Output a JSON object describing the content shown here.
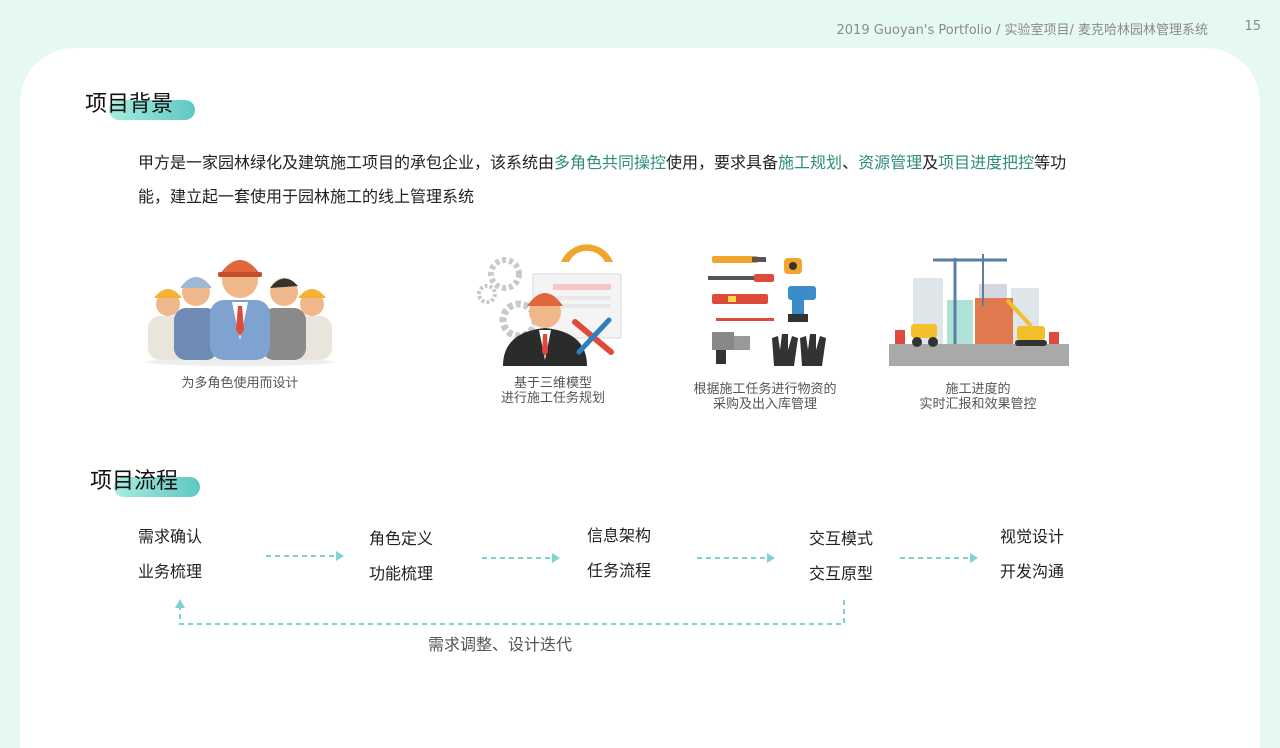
{
  "header": {
    "breadcrumb": "2019 Guoyan's Portfolio / 实验室项目/ 麦克哈林园林管理系统",
    "page_number": "15"
  },
  "background": {
    "title": "项目背景",
    "intro_p1": "甲方是一家园林绿化及建筑施工项目的承包企业，该系统由",
    "intro_h1": "多角色共同操控",
    "intro_p2": "使用，要求具备",
    "intro_h2": "施工规划",
    "intro_p3": "、",
    "intro_h3": "资源管理",
    "intro_p4": "及",
    "intro_h4": "项目进度把控",
    "intro_p5": "等功能，建立起一套使用于园林施工的线上管理系统"
  },
  "features": [
    {
      "icon": "workers-icon",
      "line1": "为多角色使用而设计",
      "line2": ""
    },
    {
      "icon": "engineer-blueprint-icon",
      "line1": "基于三维模型",
      "line2": "进行施工任务规划"
    },
    {
      "icon": "tools-icon",
      "line1": "根据施工任务进行物资的",
      "line2": "采购及出入库管理"
    },
    {
      "icon": "construction-site-icon",
      "line1": "施工进度的",
      "line2": "实时汇报和效果管控"
    }
  ],
  "process": {
    "title": "项目流程",
    "steps": [
      {
        "line1": "需求确认",
        "line2": "业务梳理"
      },
      {
        "line1": "角色定义",
        "line2": "功能梳理"
      },
      {
        "line1": "信息架构",
        "line2": "任务流程"
      },
      {
        "line1": "交互模式",
        "line2": "交互原型"
      },
      {
        "line1": "视觉设计",
        "line2": "开发沟通"
      }
    ],
    "loop_label": "需求调整、设计迭代"
  },
  "colors": {
    "page_bg": "#e6f8f3",
    "accent_teal": "#2f8d7b",
    "dashed_arrow": "#7fd3cf"
  }
}
